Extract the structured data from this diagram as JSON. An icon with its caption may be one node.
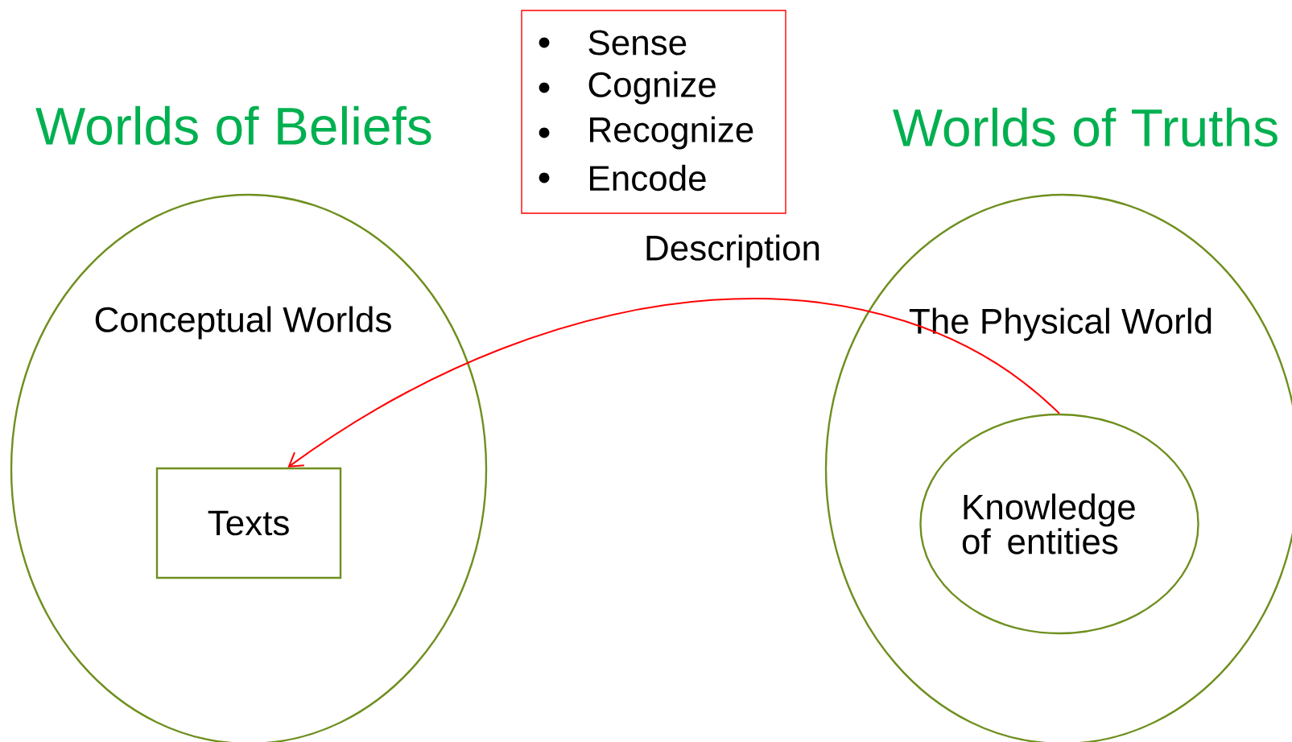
{
  "diagram": {
    "nodes": [
      {
        "text": [
          "Worlds of Beliefs",
          "Conceptual Worlds"
        ]
      },
      {
        "text": [
          "Texts"
        ],
        "in": 0
      },
      {
        "text": [
          "Sense",
          "Cognize",
          "Recognize",
          "Encode"
        ]
      },
      {
        "text": [
          "Worlds of Truths",
          "The Physical World"
        ]
      },
      {
        "text": [
          "Knowledge of entities"
        ],
        "in": 3
      }
    ],
    "edges": [
      {
        "from": 4,
        "to": 1,
        "arrow": "to",
        "label": "Description",
        "color": "#ff0000"
      }
    ]
  }
}
